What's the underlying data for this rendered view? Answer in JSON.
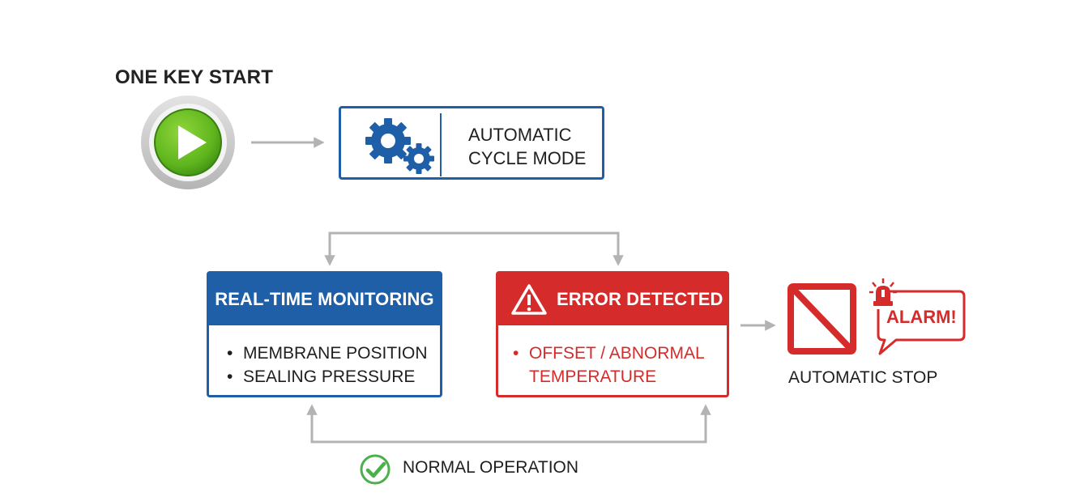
{
  "start": {
    "title": "ONE KEY START",
    "button_icon": "play-icon",
    "colors": {
      "ring": "#c6c6c6",
      "fill": "#5fb51e"
    }
  },
  "cycle_mode": {
    "icon": "gears-icon",
    "line1": "AUTOMATIC",
    "line2": "CYCLE MODE",
    "color": "#1f5fa8"
  },
  "monitoring": {
    "title": "REAL-TIME MONITORING",
    "bullet": "•",
    "items": [
      "MEMBRANE POSITION",
      "SEALING PRESSURE"
    ],
    "color": "#1f5fa8"
  },
  "error": {
    "icon": "warning-icon",
    "title": "ERROR DETECTED",
    "bullet": "•",
    "detail_line1": "OFFSET / ABNORMAL",
    "detail_line2": "TEMPERATURE",
    "color": "#d62b2b"
  },
  "stop": {
    "icon": "stop-icon",
    "alarm_icon": "siren-icon",
    "alarm_text": "ALARM!",
    "label": "AUTOMATIC STOP"
  },
  "normal": {
    "icon": "check-circle-icon",
    "label": "NORMAL OPERATION",
    "color": "#4bb04b"
  },
  "connector_color": "#b3b3b3"
}
